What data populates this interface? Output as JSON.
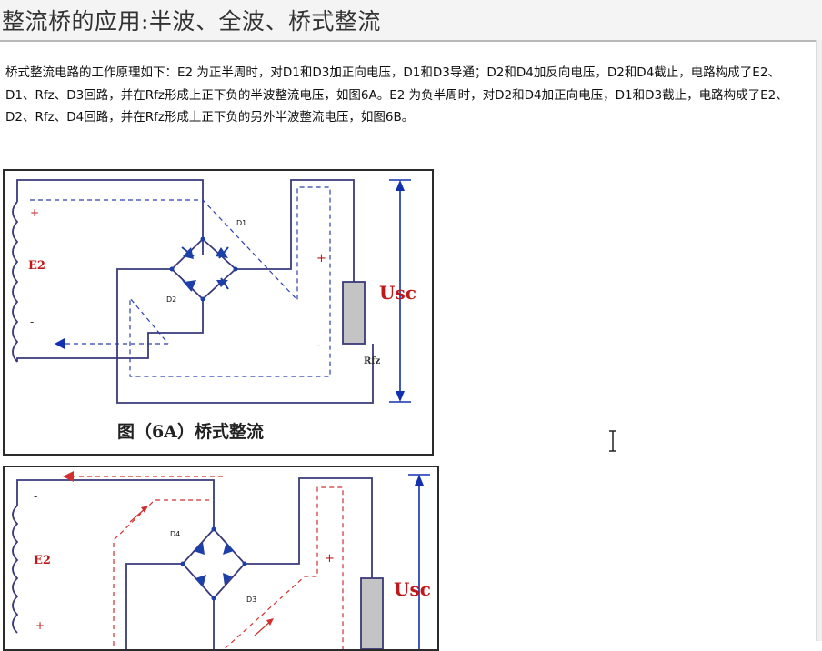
{
  "page": {
    "title": "整流桥的应用:半波、全波、桥式整流"
  },
  "content": {
    "paragraph": "桥式整流电路的工作原理如下：E2 为正半周时，对D1和D3加正向电压，D1和D3导通；D2和D4加反向电压，D2和D4截止，电路构成了E2、D1、Rfz、D3回路，并在Rfz形成上正下负的半波整流电压，如图6A。E2 为负半周时，对D2和D4加正向电压，D1和D3截止，电路构成了E2、D2、Rfz、D4回路，并在Rfz形成上正下负的另外半波整流电压，如图6B。"
  },
  "figure_a": {
    "caption": "图（6A）桥式整流",
    "source_label": "E2",
    "plus": "+",
    "minus": "-",
    "d1_label": "D1",
    "d2_label": "D2",
    "load_label": "Rfz",
    "output_label": "Usc",
    "load_plus": "+",
    "load_minus": "-"
  },
  "figure_b": {
    "source_label": "E2",
    "minus": "-",
    "plus": "+",
    "d4_label": "D4",
    "d3_label": "D3",
    "output_label": "Usc",
    "load_plus": "+"
  },
  "colors": {
    "wire": "#3a3a7a",
    "diode": "#1d3fa8",
    "path_a": "#2b3fb0",
    "path_b": "#d03030",
    "output": "#c01818",
    "load_fill": "#c4c4c4",
    "arrow_blue": "#1030b0"
  },
  "icons": {
    "cursor": "text-cursor-icon"
  }
}
